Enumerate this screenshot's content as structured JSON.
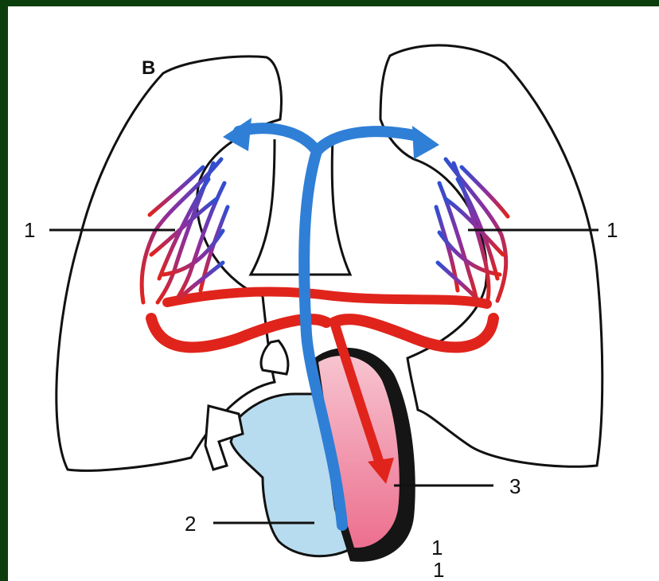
{
  "labels": {
    "corner": "B",
    "left_lung_capillaries": "1",
    "right_lung_capillaries": "1",
    "right_ventricle": "2",
    "left_ventricle": "3",
    "bottom_tick_1": "1",
    "bottom_tick_2": "1"
  },
  "colors": {
    "background_frame": "#0c3d0c",
    "venous_blue": "#2f7fd6",
    "arterial_red": "#e0241c",
    "heart_light_blue": "#b8dcef",
    "heart_pink": "#f19ab0"
  }
}
